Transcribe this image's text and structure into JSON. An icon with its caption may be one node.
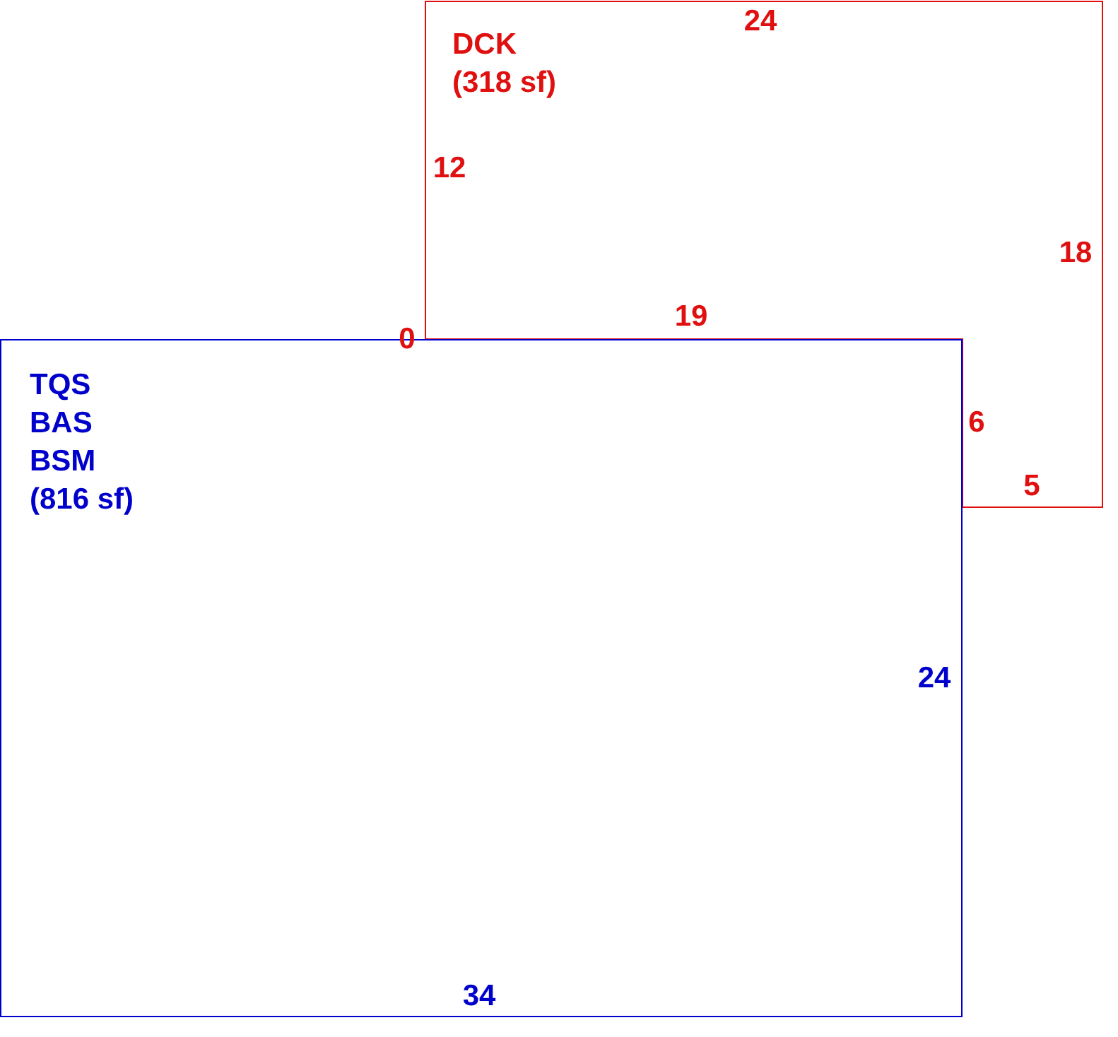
{
  "diagram": {
    "nodes": [
      {
        "text": [
          "DCK",
          "(318 sf)"
        ]
      },
      {
        "text": [
          "TQS",
          "BAS",
          "BSM",
          "(816 sf)"
        ]
      }
    ],
    "labels": [
      "24",
      "12",
      "18",
      "0",
      "19",
      "6",
      "5",
      "24",
      "34"
    ]
  }
}
